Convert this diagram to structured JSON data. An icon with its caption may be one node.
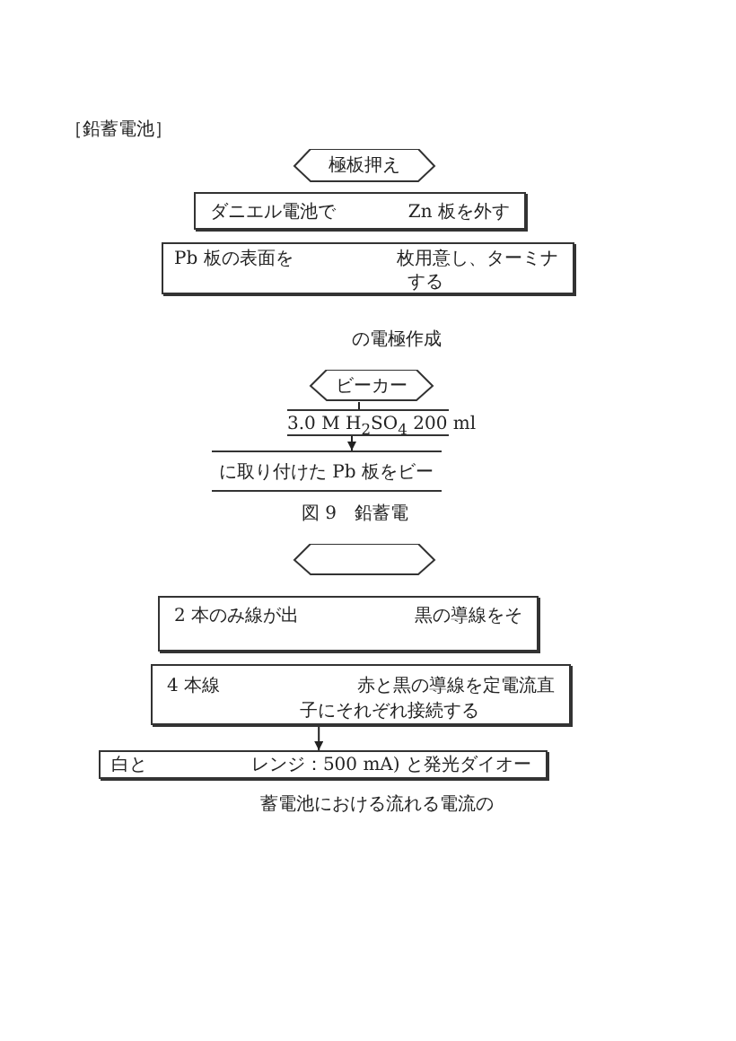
{
  "diagram": {
    "nodes": [
      {
        "text": [
          "極板押え"
        ]
      },
      {
        "text": [
          "ダニエル電池で",
          "Zn 板を外す"
        ]
      },
      {
        "text": [
          "Pb 板の表面を",
          "枚用意し、ターミナ",
          "する"
        ]
      },
      {
        "text": [
          "ビーカー"
        ]
      },
      {
        "text": [
          "3.0 M H$_{2}$SO$_{4}$ 200 ml"
        ]
      },
      {
        "text": [
          "に取り付けた Pb 板をビー"
        ]
      },
      {
        "text": [],
        "shape": "hexagon"
      },
      {
        "text": [
          "2 本のみ線が出",
          "黒の導線をそ"
        ]
      },
      {
        "text": [
          "4 本線",
          "赤と黒の導線を定電流直",
          "子にそれぞれ接続する"
        ]
      },
      {
        "text": [
          "白と",
          "レンジ：500 mA) と発光ダイオー"
        ]
      }
    ],
    "edges": [
      {
        "from": 3,
        "to": 4,
        "arrow": "none"
      },
      {
        "from": 4,
        "to": 5,
        "arrow": "to"
      },
      {
        "from": 8,
        "to": 9,
        "arrow": "to"
      }
    ],
    "labels": [
      "［鉛蓄電池］",
      "の電極作成",
      "図 9　鉛蓄電",
      "蓄電池における流れる電流の"
    ]
  }
}
